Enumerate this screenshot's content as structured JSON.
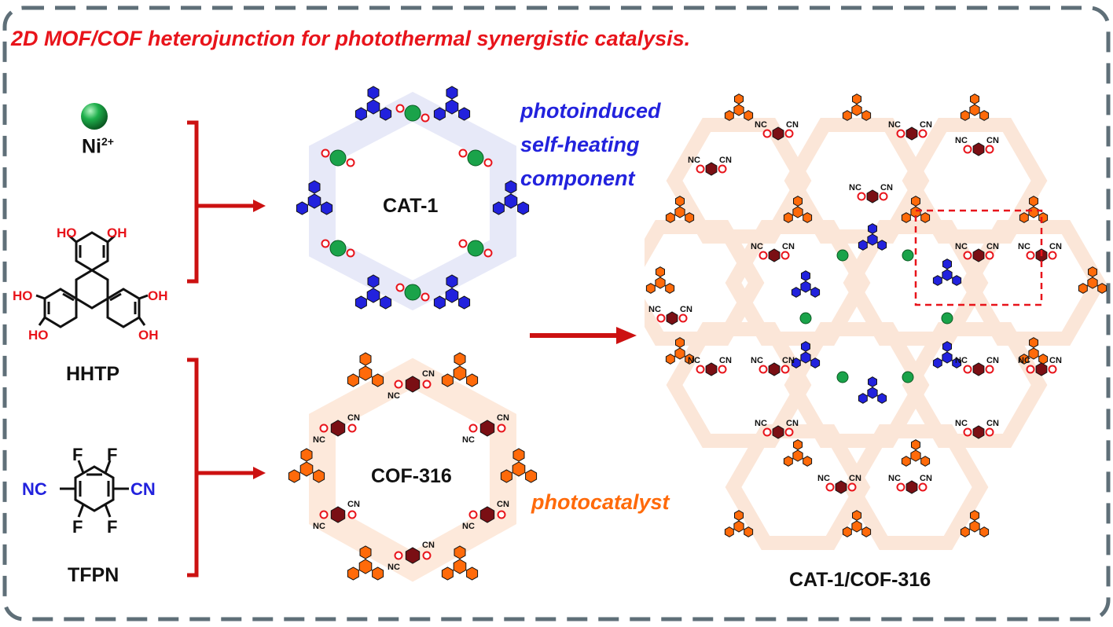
{
  "title": "2D MOF/COF heterojunction for photothermal synergistic catalysis.",
  "colors": {
    "title": "#e8141b",
    "arrow": "#cc1111",
    "cat1_blue": "#2222dd",
    "cof_orange": "#ff6a0a",
    "linker_darkred": "#7a0f14",
    "ni_green": "#1aa34a",
    "oxygen_red": "#e8141b",
    "frame": "#5f6f78"
  },
  "reactants": {
    "ni_label": "Ni",
    "ni_charge": "2+",
    "hhtp_label": "HHTP",
    "tfpn_label": "TFPN",
    "hhtp_groups": [
      "HO",
      "OH",
      "HO",
      "OH",
      "HO",
      "OH"
    ],
    "tfpn_groups": [
      "F",
      "F",
      "F",
      "F",
      "NC",
      "CN"
    ]
  },
  "products": {
    "cat1_label": "CAT-1",
    "cof_label": "COF-316",
    "hetero_label": "CAT-1/COF-316",
    "cn_label": "CN",
    "nc_label": "NC"
  },
  "annotations": {
    "cat1_role": [
      "photoinduced",
      "self-heating",
      "component"
    ],
    "cof_role": "photocatalyst"
  }
}
